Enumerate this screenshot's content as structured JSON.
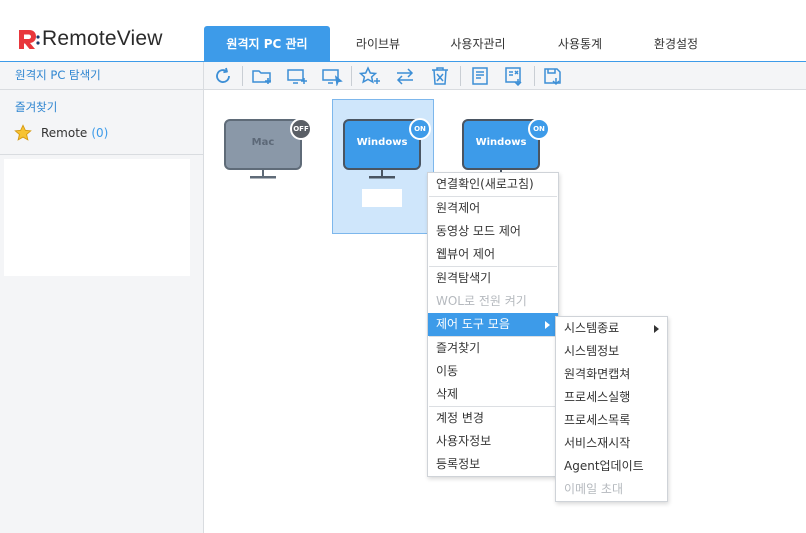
{
  "app": {
    "logo_text": "RemoteView"
  },
  "colors": {
    "accent": "#3d9be9",
    "brand_red": "#e8373c",
    "online": "#3d9be9",
    "offline": "#8a98a8"
  },
  "tabs": [
    {
      "label": "원격지 PC 관리",
      "active": true
    },
    {
      "label": "라이브뷰",
      "active": false
    },
    {
      "label": "사용자관리",
      "active": false
    },
    {
      "label": "사용통계",
      "active": false
    },
    {
      "label": "환경설정",
      "active": false
    }
  ],
  "sidebar": {
    "title": "원격지 PC 탐색기",
    "favorites_title": "즐겨찾기",
    "favorite_item": {
      "label": "Remote",
      "count": "(0)"
    }
  },
  "toolbar": {
    "icons": [
      "refresh-icon",
      "new-folder-icon",
      "add-pc-icon",
      "pc-move-icon",
      "add-favorite-icon",
      "swap-icon",
      "delete-icon",
      "memo-icon",
      "export-icon",
      "save-icon"
    ]
  },
  "pcs": [
    {
      "label": "Mac",
      "status": "OFF"
    },
    {
      "label": "Windows",
      "status": "ON"
    },
    {
      "label": "Windows",
      "status": "ON"
    }
  ],
  "context_menu": {
    "groups": [
      [
        {
          "label": "연결확인(새로고침)"
        }
      ],
      [
        {
          "label": "원격제어"
        },
        {
          "label": "동영상 모드 제어"
        },
        {
          "label": "웹뷰어 제어"
        }
      ],
      [
        {
          "label": "원격탐색기"
        },
        {
          "label": "WOL로 전원 켜기",
          "disabled": true
        },
        {
          "label": "제어 도구 모음",
          "active": true,
          "submenu": true
        }
      ],
      [
        {
          "label": "즐겨찾기"
        },
        {
          "label": "이동"
        },
        {
          "label": "삭제"
        }
      ],
      [
        {
          "label": "계정 변경"
        },
        {
          "label": "사용자정보"
        },
        {
          "label": "등록정보"
        }
      ]
    ]
  },
  "submenu": {
    "items": [
      {
        "label": "시스템종료",
        "submenu": true
      },
      {
        "label": "시스템정보"
      },
      {
        "label": "원격화면캡쳐"
      },
      {
        "label": "프로세스실행"
      },
      {
        "label": "프로세스목록"
      },
      {
        "label": "서비스재시작"
      },
      {
        "label": "Agent업데이트"
      },
      {
        "label": "이메일 초대",
        "disabled": true
      }
    ]
  }
}
